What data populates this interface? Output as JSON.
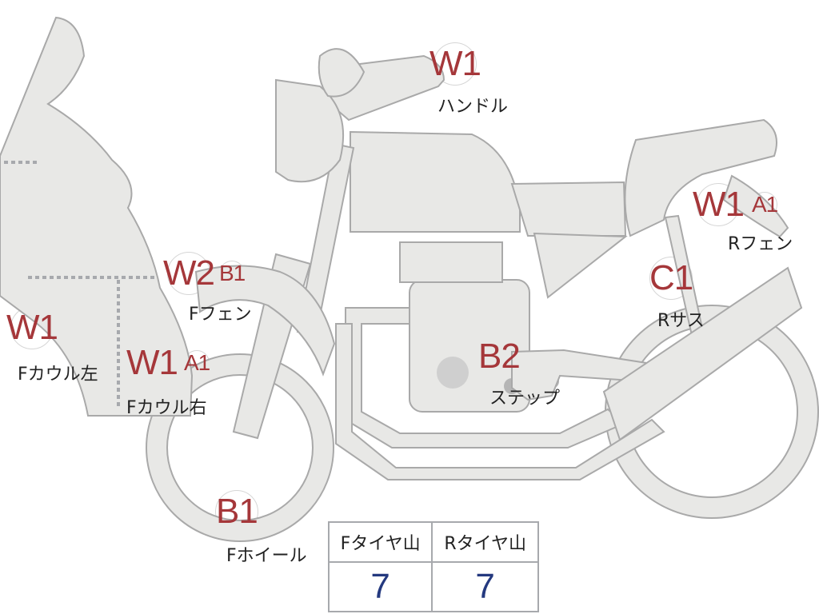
{
  "labels": {
    "handle": {
      "name": "ハンドル",
      "grade": "W1",
      "sub": ""
    },
    "r_fender": {
      "name": "Rフェン",
      "grade": "W1",
      "sub": "A1"
    },
    "f_fender": {
      "name": "Fフェン",
      "grade": "W2",
      "sub": "B1"
    },
    "r_suspension": {
      "name": "Rサス",
      "grade": "C1",
      "sub": ""
    },
    "f_cowl_left": {
      "name": "Fカウル左",
      "grade": "W1",
      "sub": ""
    },
    "f_cowl_right": {
      "name": "Fカウル右",
      "grade": "W1",
      "sub": "A1"
    },
    "step": {
      "name": "ステップ",
      "grade": "B2",
      "sub": ""
    },
    "f_wheel": {
      "name": "Fホイール",
      "grade": "B1",
      "sub": ""
    }
  },
  "tread_table": {
    "headers": [
      "Fタイヤ山",
      "Rタイヤ山"
    ],
    "values": [
      "7",
      "7"
    ]
  },
  "colors": {
    "part_fill": "#e8e8e6",
    "outline": "#a9a9a9",
    "grade_text": "#a5373a",
    "value_text": "#24397f"
  }
}
